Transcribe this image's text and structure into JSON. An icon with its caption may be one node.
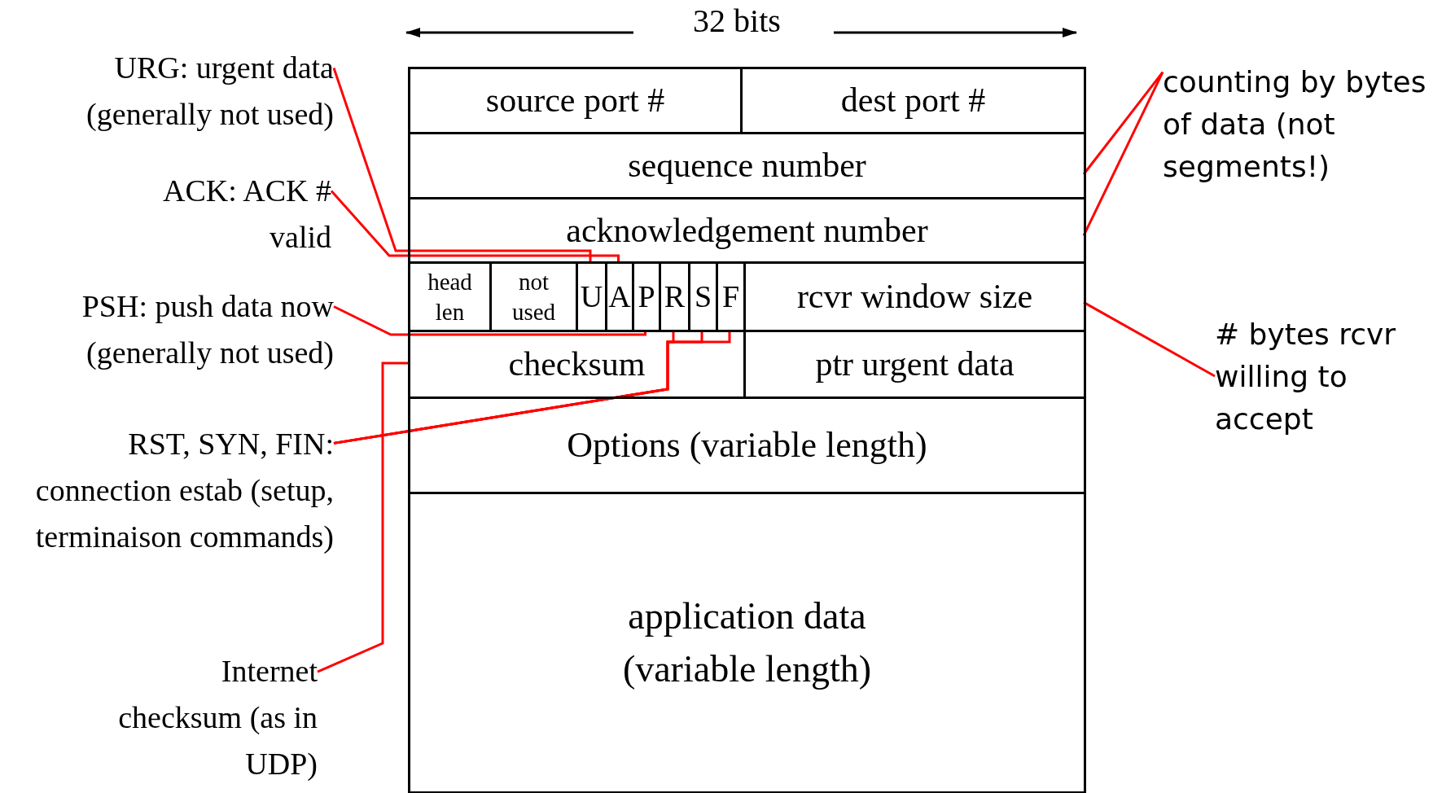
{
  "diagram": {
    "nodes": [
      {
        "text": [
          "source port #"
        ]
      },
      {
        "text": [
          "dest port #"
        ]
      },
      {
        "text": [
          "sequence number"
        ]
      },
      {
        "text": [
          "acknowledgement number"
        ]
      },
      {
        "text": [
          "head len"
        ]
      },
      {
        "text": [
          "not used"
        ]
      },
      {
        "text": [
          "U"
        ]
      },
      {
        "text": [
          "A"
        ]
      },
      {
        "text": [
          "P"
        ]
      },
      {
        "text": [
          "R"
        ]
      },
      {
        "text": [
          "S"
        ]
      },
      {
        "text": [
          "F"
        ]
      },
      {
        "text": [
          "rcvr window size"
        ]
      },
      {
        "text": [
          "checksum"
        ]
      },
      {
        "text": [
          "ptr urgent data"
        ]
      },
      {
        "text": [
          "Options (variable length)"
        ]
      },
      {
        "text": [
          "application data (variable length)"
        ]
      },
      {
        "text": [
          "URG: urgent data (generally not used)"
        ]
      },
      {
        "text": [
          "ACK: ACK # valid"
        ]
      },
      {
        "text": [
          "PSH: push data now (generally not used)"
        ]
      },
      {
        "text": [
          "RST, SYN, FIN: connection estab (setup, terminaison commands)"
        ]
      },
      {
        "text": [
          "Internet checksum (as in UDP)"
        ]
      },
      {
        "text": [
          "counting by bytes of data (not segments!)"
        ]
      },
      {
        "text": [
          "# bytes rcvr willing to accept"
        ]
      }
    ],
    "edges": [
      {
        "from": 17,
        "to": 6,
        "arrow": "none"
      },
      {
        "from": 18,
        "to": 7,
        "arrow": "none"
      },
      {
        "from": 19,
        "to": 8,
        "arrow": "none"
      },
      {
        "from": 20,
        "to": 9,
        "arrow": "none"
      },
      {
        "from": 20,
        "to": 10,
        "arrow": "none"
      },
      {
        "from": 20,
        "to": 11,
        "arrow": "none"
      },
      {
        "from": 21,
        "to": 13,
        "arrow": "none"
      },
      {
        "from": 22,
        "to": 2,
        "arrow": "none"
      },
      {
        "from": 22,
        "to": 3,
        "arrow": "none"
      },
      {
        "from": 23,
        "to": 12,
        "arrow": "none"
      }
    ],
    "labels": [
      "32 bits"
    ]
  }
}
